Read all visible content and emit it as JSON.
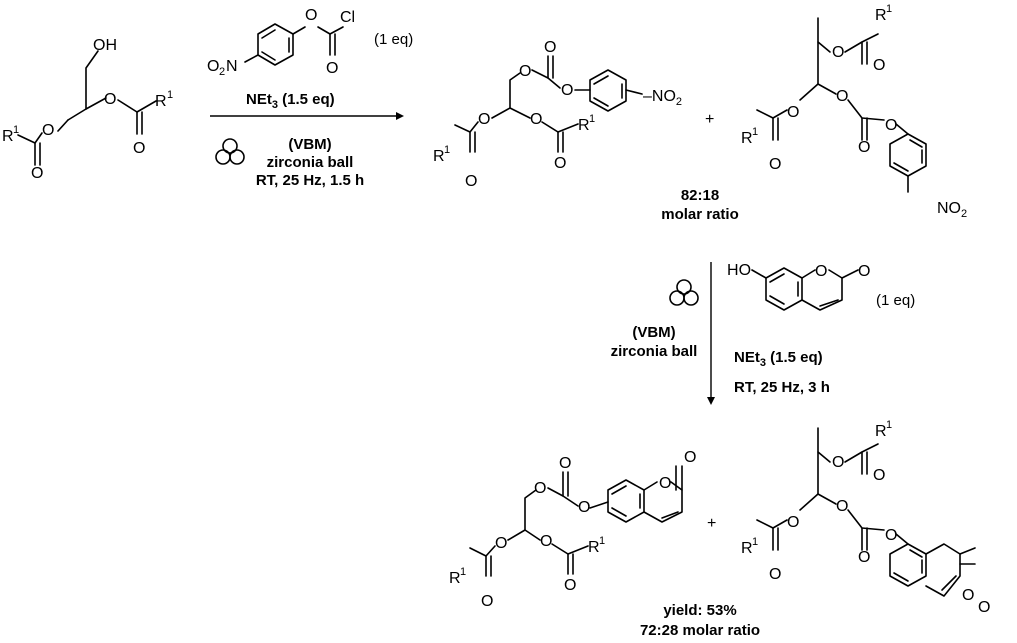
{
  "atoms": {
    "oh": "OH",
    "o": "O",
    "r": "R",
    "one": "1",
    "cl": "Cl",
    "no2_prefix": "NO",
    "no2_lead": "O",
    "no2_lead_n": "N",
    "two": "2",
    "plus": "+"
  },
  "step1": {
    "reagent_eq": "(1 eq)",
    "base": "NEt",
    "base_sub": "3",
    "base_eq": " (1.5 eq)",
    "mill": "(VBM)",
    "media": "zirconia ball",
    "conditions": "RT, 25 Hz, 1.5 h",
    "ratio": "82:18",
    "ratio_label": "molar ratio"
  },
  "step2": {
    "mill": "(VBM)",
    "media": "zirconia ball",
    "reagent_eq": "(1 eq)",
    "base": "NEt",
    "base_sub": "3",
    "base_eq": " (1.5 eq)",
    "conditions": "RT, 25 Hz, 3 h",
    "yield": "yield: 53%",
    "ratio": "72:28 molar ratio"
  }
}
